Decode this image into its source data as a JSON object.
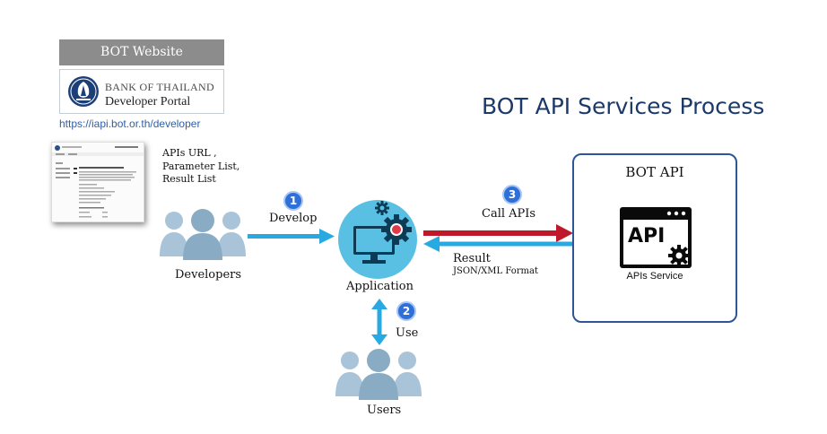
{
  "portal": {
    "header": "BOT Website",
    "bank_name": "BANK OF THAILAND",
    "portal_label": "Developer Portal",
    "url": "https://iapi.bot.or.th/developer"
  },
  "title": "BOT API Services Process",
  "doc_note": {
    "line1": "APIs URL ,",
    "line2": "Parameter List,",
    "line3": "Result List"
  },
  "nodes": {
    "developers": "Developers",
    "application": "Application",
    "users": "Users",
    "bot_api": "BOT API",
    "api_icon_text": "API",
    "apis_service": "APIs Service"
  },
  "steps": [
    {
      "number": "1",
      "label": "Develop"
    },
    {
      "number": "2",
      "label": "Use"
    },
    {
      "number": "3",
      "label": "Call APIs"
    }
  ],
  "result": {
    "label": "Result",
    "format": "JSON/XML Format"
  },
  "colors": {
    "arrow_blue": "#29a9e1",
    "arrow_red": "#c0182b",
    "people": "#8fb0c8",
    "title": "#1b3a6b",
    "box_border": "#2e5596"
  }
}
